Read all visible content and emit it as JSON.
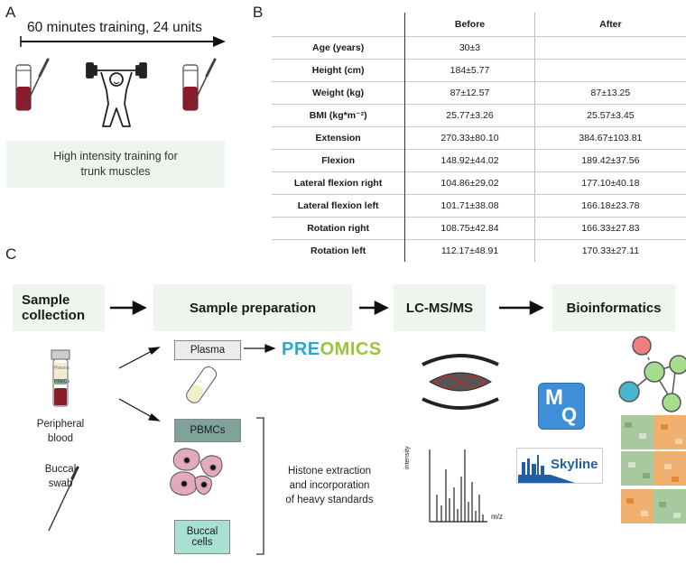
{
  "panels": {
    "a": "A",
    "b": "B",
    "c": "C"
  },
  "panel_a": {
    "timeline": "60 minutes training, 24 units",
    "caption_line1": "High intensity training for",
    "caption_line2": "trunk muscles"
  },
  "panel_b": {
    "headers": [
      "",
      "Before",
      "After"
    ],
    "rows": [
      {
        "label": "Age (years)",
        "before": "30±3",
        "after": ""
      },
      {
        "label": "Height (cm)",
        "before": "184±5.77",
        "after": ""
      },
      {
        "label": "Weight (kg)",
        "before": "87±12.57",
        "after": "87±13.25"
      },
      {
        "label": "BMI (kg*m⁻²)",
        "before": "25.77±3.26",
        "after": "25.57±3.45"
      },
      {
        "label": "Extension",
        "before": "270.33±80.10",
        "after": "384.67±103.81"
      },
      {
        "label": "Flexion",
        "before": "148.92±44.02",
        "after": "189.42±37.56"
      },
      {
        "label": "Lateral flexion right",
        "before": "104.86±29.02",
        "after": "177.10±40.18"
      },
      {
        "label": "Lateral flexion left",
        "before": "101.71±38.08",
        "after": "166.18±23.78"
      },
      {
        "label": "Rotation right",
        "before": "108.75±42.84",
        "after": "166.33±27.83"
      },
      {
        "label": "Rotation left",
        "before": "112.17±48.91",
        "after": "170.33±27.11"
      }
    ]
  },
  "panel_c": {
    "steps": {
      "collection_line1": "Sample",
      "collection_line2": "collection",
      "preparation": "Sample preparation",
      "lcms": "LC-MS/MS",
      "bioinformatics": "Bioinformatics"
    },
    "tube_labels": {
      "plasma": "Plasma",
      "pbmcs": "PBMCs"
    },
    "peripheral_blood_line1": "Peripheral",
    "peripheral_blood_line2": "blood",
    "buccal_swab_line1": "Buccal",
    "buccal_swab_line2": "swab",
    "boxes": {
      "plasma": "Plasma",
      "pbmcs": "PBMCs",
      "buccal_line1": "Buccal",
      "buccal_line2": "cells"
    },
    "preomics_part1": "PRE",
    "preomics_part2": "OMICS",
    "histone_line1": "Histone extraction",
    "histone_line2": "and incorporation",
    "histone_line3": "of heavy standards",
    "spectrum_y": "intensity",
    "spectrum_x": "m/z",
    "mq_line1": "M",
    "mq_line2": "Q",
    "skyline": "Skyline"
  },
  "colors": {
    "green_box": "#eef5ef",
    "blood": "#8b1a2b",
    "preomics_blue": "#2aa7d4",
    "preomics_green": "#9bc43c",
    "mq_blue": "#3f8fd8",
    "skyline_blue": "#1f5fa8",
    "node_red": "#f08080",
    "node_green": "#a6dc8e",
    "node_teal": "#4ab5cc",
    "cell_pink": "#e3a9bd",
    "pbmc_box": "#7fa39b",
    "buccal_box": "#a8e0d3",
    "heat_green": "#a8c8a0",
    "heat_orange": "#f0b070"
  }
}
